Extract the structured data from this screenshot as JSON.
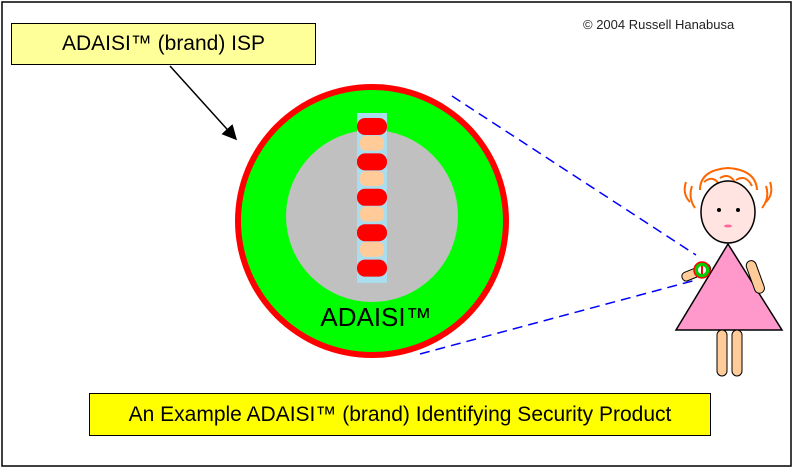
{
  "isp_label": "ADAISI™ (brand)  ISP",
  "copyright": "©  2004 Russell Hanabusa",
  "device_brand": "ADAISI™",
  "caption": "An Example ADAISI™ (brand) Identifying Security Product",
  "colors": {
    "label_fill": "#ffff99",
    "caption_fill": "#ffff00",
    "device_rim": "#ff0000",
    "device_body": "#00ff00",
    "device_face": "#c0c0c0",
    "segment_red": "#ff0000",
    "segment_tan": "#ffcc99",
    "connector_dash": "#0000ff",
    "dress": "#ff99cc",
    "hair": "#ff6600",
    "skin": "#ffcc99"
  },
  "segments": [
    "red",
    "tan",
    "red",
    "tan",
    "red",
    "tan",
    "red",
    "tan",
    "red"
  ],
  "icons": [
    "arrow",
    "device",
    "zoom-lines",
    "girl-figure",
    "wrist-device"
  ]
}
